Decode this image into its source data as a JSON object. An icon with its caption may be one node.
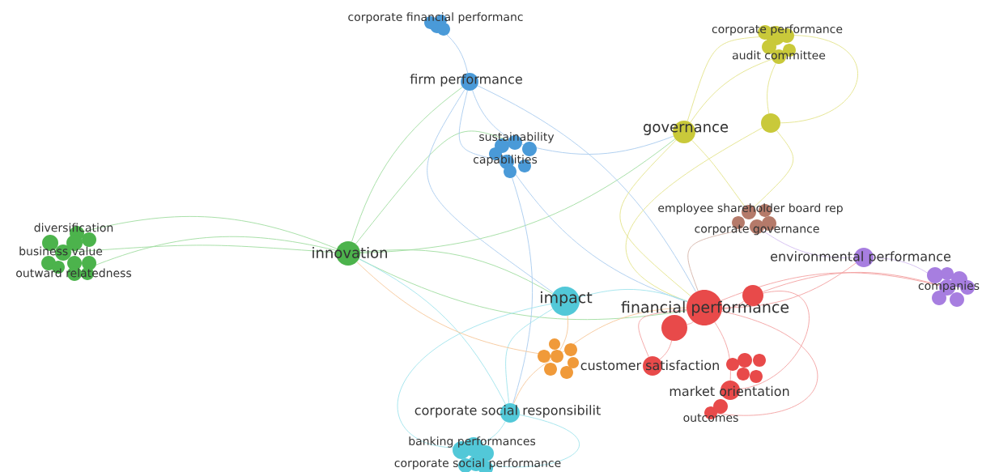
{
  "diagram": {
    "nodes": [
      {
        "text": [
          "corporate financial performanc"
        ]
      },
      {
        "text": [
          "firm performance"
        ]
      },
      {
        "text": [
          "corporate performance"
        ]
      },
      {
        "text": [
          "audit committee"
        ]
      },
      {
        "text": [
          "governance"
        ]
      },
      {
        "text": [],
        "shape": "circle"
      },
      {
        "text": [
          "sustainability"
        ]
      },
      {
        "text": [
          "capabilities"
        ]
      },
      {
        "text": [
          "diversification"
        ]
      },
      {
        "text": [
          "business value"
        ]
      },
      {
        "text": [
          "outward relatedness"
        ]
      },
      {
        "text": [
          "innovation"
        ]
      },
      {
        "text": [
          "employee shareholder board rep"
        ]
      },
      {
        "text": [
          "corporate governance"
        ]
      },
      {
        "text": [
          "environmental performance"
        ]
      },
      {
        "text": [
          "companies"
        ]
      },
      {
        "text": [
          "impact"
        ]
      },
      {
        "text": [
          "financial performance"
        ]
      },
      {
        "text": [],
        "shape": "circle"
      },
      {
        "text": [],
        "shape": "circle"
      },
      {
        "text": [],
        "shape": "circle"
      },
      {
        "text": [
          "customer satisfaction"
        ]
      },
      {
        "text": [
          "market orientation"
        ]
      },
      {
        "text": [
          "outcomes"
        ]
      },
      {
        "text": [
          "corporate social responsibilit"
        ]
      },
      {
        "text": [
          "banking performances"
        ]
      },
      {
        "text": [
          "corporate social performance"
        ]
      }
    ],
    "edges": [
      {
        "from": 11,
        "to": 8,
        "arrow": "none",
        "color": "#9fdc9f"
      },
      {
        "from": 11,
        "to": 9,
        "arrow": "none",
        "color": "#9fdc9f"
      },
      {
        "from": 11,
        "to": 10,
        "arrow": "none",
        "color": "#9fdc9f"
      },
      {
        "from": 11,
        "to": 1,
        "arrow": "none",
        "color": "#9fdc9f"
      },
      {
        "from": 11,
        "to": 6,
        "arrow": "none",
        "color": "#9fdc9f"
      },
      {
        "from": 11,
        "to": 16,
        "arrow": "none",
        "color": "#9fdc9f"
      },
      {
        "from": 11,
        "to": 17,
        "arrow": "none",
        "color": "#9fdc9f"
      },
      {
        "from": 11,
        "to": 24,
        "arrow": "none",
        "color": "#9fe3ec"
      },
      {
        "from": 11,
        "to": 4,
        "arrow": "none",
        "color": "#9fdc9f"
      },
      {
        "from": 0,
        "to": 1,
        "arrow": "none",
        "color": "#a8cbee"
      },
      {
        "from": 1,
        "to": 6,
        "arrow": "none",
        "color": "#a8cbee"
      },
      {
        "from": 1,
        "to": 7,
        "arrow": "none",
        "color": "#a8cbee"
      },
      {
        "from": 1,
        "to": 16,
        "arrow": "none",
        "color": "#a8cbee"
      },
      {
        "from": 1,
        "to": 17,
        "arrow": "none",
        "color": "#a8cbee"
      },
      {
        "from": 6,
        "to": 4,
        "arrow": "none",
        "color": "#a8cbee"
      },
      {
        "from": 7,
        "to": 24,
        "arrow": "none",
        "color": "#a8cbee"
      },
      {
        "from": 7,
        "to": 17,
        "arrow": "none",
        "color": "#a8cbee"
      },
      {
        "from": 2,
        "to": 4,
        "arrow": "none",
        "color": "#e3e38a"
      },
      {
        "from": 3,
        "to": 4,
        "arrow": "none",
        "color": "#e3e38a"
      },
      {
        "from": 2,
        "to": 5,
        "arrow": "none",
        "color": "#e3e38a"
      },
      {
        "from": 3,
        "to": 5,
        "arrow": "none",
        "color": "#e3e38a"
      },
      {
        "from": 4,
        "to": 17,
        "arrow": "none",
        "color": "#e3e38a"
      },
      {
        "from": 5,
        "to": 17,
        "arrow": "none",
        "color": "#e3e38a"
      },
      {
        "from": 4,
        "to": 12,
        "arrow": "none",
        "color": "#e3e38a"
      },
      {
        "from": 5,
        "to": 12,
        "arrow": "none",
        "color": "#e3e38a"
      },
      {
        "from": 13,
        "to": 17,
        "arrow": "none",
        "color": "#d5b3a8"
      },
      {
        "from": 13,
        "to": 14,
        "arrow": "none",
        "color": "#d4bdf0"
      },
      {
        "from": 14,
        "to": 15,
        "arrow": "none",
        "color": "#d4bdf0"
      },
      {
        "from": 15,
        "to": 17,
        "arrow": "none",
        "color": "#f3a0a0"
      },
      {
        "from": 14,
        "to": 17,
        "arrow": "none",
        "color": "#f3a0a0"
      },
      {
        "from": 15,
        "to": 18,
        "arrow": "none",
        "color": "#f3a0a0"
      },
      {
        "from": 16,
        "to": 24,
        "arrow": "none",
        "color": "#9fe3ec"
      },
      {
        "from": 16,
        "to": 25,
        "arrow": "none",
        "color": "#9fe3ec"
      },
      {
        "from": 24,
        "to": 25,
        "arrow": "none",
        "color": "#9fe3ec"
      },
      {
        "from": 24,
        "to": 26,
        "arrow": "none",
        "color": "#9fe3ec"
      },
      {
        "from": 16,
        "to": 17,
        "arrow": "none",
        "color": "#9fe3ec"
      },
      {
        "from": 17,
        "to": 18,
        "arrow": "none",
        "color": "#f3a0a0"
      },
      {
        "from": 17,
        "to": 19,
        "arrow": "none",
        "color": "#f3a0a0"
      },
      {
        "from": 17,
        "to": 21,
        "arrow": "none",
        "color": "#f3a0a0"
      },
      {
        "from": 17,
        "to": 22,
        "arrow": "none",
        "color": "#f3a0a0"
      },
      {
        "from": 17,
        "to": 23,
        "arrow": "none",
        "color": "#f3a0a0"
      },
      {
        "from": 19,
        "to": 21,
        "arrow": "none",
        "color": "#f3a0a0"
      },
      {
        "from": 18,
        "to": 22,
        "arrow": "none",
        "color": "#f3a0a0"
      },
      {
        "from": 20,
        "to": 17,
        "arrow": "none",
        "color": "#f6c79a"
      },
      {
        "from": 20,
        "to": 16,
        "arrow": "none",
        "color": "#f6c79a"
      },
      {
        "from": 20,
        "to": 11,
        "arrow": "none",
        "color": "#f6c79a"
      },
      {
        "from": 20,
        "to": 24,
        "arrow": "none",
        "color": "#f6c79a"
      }
    ]
  }
}
